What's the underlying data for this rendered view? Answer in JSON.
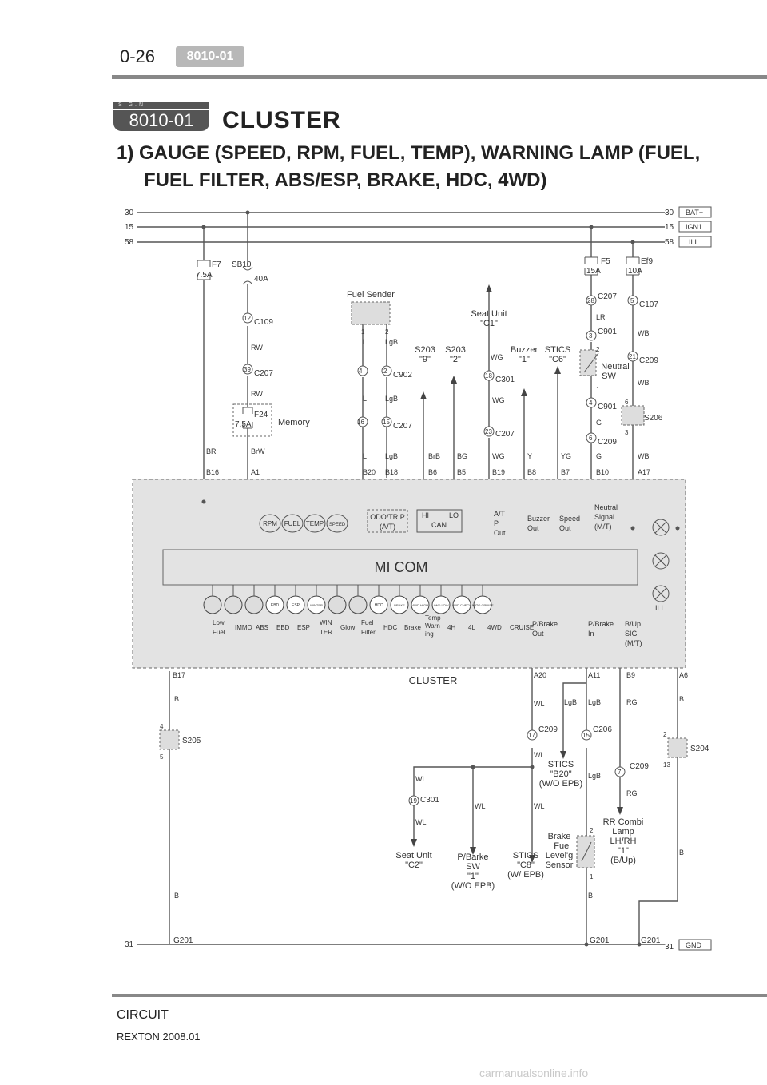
{
  "header": {
    "page_number": "0-26",
    "section_tab": "8010-01"
  },
  "section": {
    "badge_top": "S.G.N",
    "code": "8010-01",
    "title": "CLUSTER"
  },
  "subtitle": {
    "line1": "1)  GAUGE (SPEED, RPM, FUEL, TEMP), WARNING LAMP (FUEL,",
    "line2": "FUEL FILTER, ABS/ESP, BRAKE, HDC, 4WD)"
  },
  "footer": {
    "label": "CIRCUIT",
    "model": "REXTON 2008.01"
  },
  "watermark": "carmanualsonline.info",
  "diagram": {
    "rails": {
      "bat_num": "30",
      "ign_num": "15",
      "ill_num": "58",
      "gnd_num": "31",
      "bat": "BAT+",
      "ign": "IGN1",
      "ill": "ILL",
      "gnd": "GND",
      "g201": "G201"
    },
    "fuses": {
      "f7": "F7",
      "f7_rating": "7.5A",
      "sb10": "SB10",
      "sb10_rating": "40A",
      "f24": "F24",
      "f24_rating": "7.5A",
      "memory": "Memory",
      "f5": "F5",
      "f5_rating": "15A",
      "ef9": "Ef9",
      "ef9_rating": "10A"
    },
    "connectors": {
      "c109": "C109",
      "c207": "C207",
      "c902": "C902",
      "c301": "C301",
      "c901": "C901",
      "c209": "C209",
      "c107": "C107",
      "c206": "C206",
      "s206": "S206",
      "s205": "S205",
      "s204": "S204"
    },
    "pins": {
      "p12": "12",
      "p39": "39",
      "p4": "4",
      "p2": "2",
      "p16": "16",
      "p15": "15",
      "p1": "1",
      "p18": "18",
      "p23": "23",
      "p28": "28",
      "p3": "3",
      "p6": "6",
      "p5": "5",
      "p21": "21",
      "p17": "17",
      "p19": "19",
      "p7": "7",
      "p13": "13"
    },
    "wires": {
      "rw": "RW",
      "l": "L",
      "lgb": "LgB",
      "wg": "WG",
      "lr": "LR",
      "wb": "WB",
      "g": "G",
      "br": "BR",
      "brw": "BrW",
      "brb": "BrB",
      "bg": "BG",
      "y": "Y",
      "yg": "YG",
      "wl": "WL",
      "rg": "RG",
      "b": "B"
    },
    "terminals": {
      "b16": "B16",
      "a1": "A1",
      "b20": "B20",
      "b18": "B18",
      "b6": "B6",
      "b5": "B5",
      "b19": "B19",
      "b8": "B8",
      "b7": "B7",
      "b10": "B10",
      "a17": "A17",
      "b17": "B17",
      "a20": "A20",
      "a11": "A11",
      "b9": "B9",
      "a6": "A6"
    },
    "components": {
      "fuel_sender": "Fuel Sender",
      "seat_unit_c1_a": "Seat Unit",
      "seat_unit_c1_b": "\"C1\"",
      "s203_9_a": "S203",
      "s203_9_b": "\"9\"",
      "s203_2_a": "S203",
      "s203_2_b": "\"2\"",
      "buzzer_a": "Buzzer",
      "buzzer_b": "\"1\"",
      "stics_c6_a": "STICS",
      "stics_c6_b": "\"C6\"",
      "neutral_a": "Neutral",
      "neutral_b": "SW",
      "stics_b20_a": "STICS",
      "stics_b20_b": "\"B20\"",
      "stics_b20_c": "(W/O EPB)",
      "seat_unit_c2_a": "Seat Unit",
      "seat_unit_c2_b": "\"C2\"",
      "pbarke_a": "P/Barke",
      "pbarke_b": "SW",
      "pbarke_c": "\"1\"",
      "pbarke_d": "(W/O EPB)",
      "stics_c8_a": "STICS",
      "stics_c8_b": "\"C8\"",
      "stics_c8_c": "(W/ EPB)",
      "brake_fluid_a": "Brake",
      "brake_fluid_b": "Fuel",
      "brake_fluid_c": "Level'g",
      "brake_fluid_d": "Sensor",
      "rr_combi_a": "RR Combi",
      "rr_combi_b": "Lamp",
      "rr_combi_c": "LH/RH",
      "rr_combi_d": "\"1\"",
      "rr_combi_e": "(B/Up)"
    },
    "cluster": {
      "name": "CLUSTER",
      "micom": "MI COM",
      "ill": "ILL",
      "gauges": [
        "RPM",
        "FUEL",
        "TEMP",
        "SPEED"
      ],
      "odo_a": "ODO/TRIP",
      "odo_b": "(A/T)",
      "can_hi": "HI",
      "can_lo": "LO",
      "can": "CAN",
      "at_p_a": "A/T",
      "at_p_b": "P",
      "at_p_c": "Out",
      "buzzer_out_a": "Buzzer",
      "buzzer_out_b": "Out",
      "speed_out_a": "Speed",
      "speed_out_b": "Out",
      "neutral_sig_a": "Neutral",
      "neutral_sig_b": "Signal",
      "neutral_sig_c": "(M/T)",
      "warning_icons": [
        "",
        "",
        "",
        "EBD",
        "ESP",
        "WINTER",
        "",
        "",
        "HDC",
        "BRAKE",
        "4WD HIGH",
        "4WD LOW",
        "4WD CHECK",
        "AUTO CRUISE"
      ],
      "lamp_labels": [
        "Low",
        "Fuel",
        "IMMO",
        "ABS",
        "EBD",
        "ESP",
        "WIN",
        "TER",
        "Glow",
        "Fuel",
        "Filter",
        "HDC",
        "Brake",
        "Temp",
        "Warn",
        "ing",
        "4H",
        "4L",
        "4WD",
        "CRUISE"
      ],
      "pbrake_out_a": "P/Brake",
      "pbrake_out_b": "Out",
      "pbrake_in_a": "P/Brake",
      "pbrake_in_b": "In",
      "bup_a": "B/Up",
      "bup_b": "SIG",
      "bup_c": "(M/T)"
    }
  }
}
